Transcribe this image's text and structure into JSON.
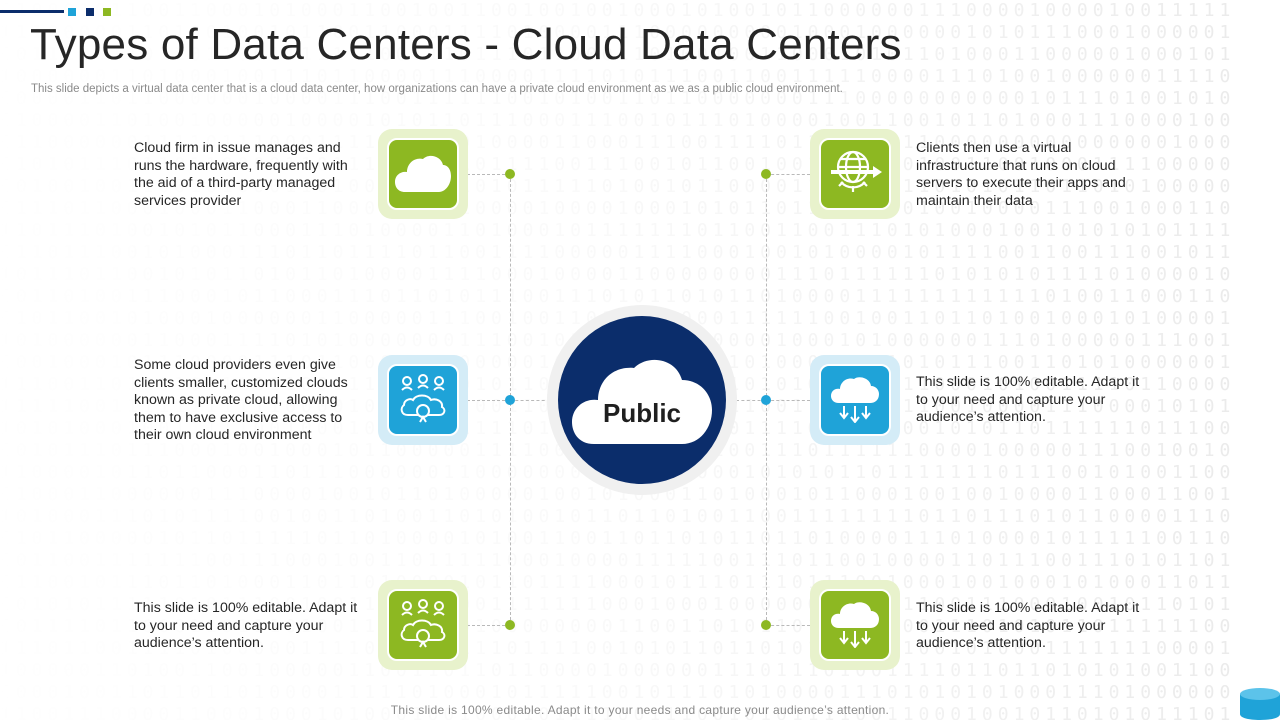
{
  "header": {
    "title": "Types of Data Centers - Cloud Data Centers",
    "subtitle": "This slide depicts a virtual data center that is a cloud data center, how organizations can have a private cloud environment as we as a public cloud environment."
  },
  "center": {
    "label": "Public"
  },
  "items": [
    {
      "text": "Cloud firm in issue manages and runs the hardware, frequently with the aid of a third-party managed services provider",
      "icon": "cloud-icon",
      "color": "#8db822"
    },
    {
      "text": "Some cloud providers even give clients smaller, customized clouds known as private cloud, allowing them to have exclusive access to their own cloud environment",
      "icon": "cloud-users-icon",
      "color": "#1fa3d8"
    },
    {
      "text": "This slide is 100% editable. Adapt it to your need and capture your audience’s attention.",
      "icon": "cloud-users-icon",
      "color": "#8db822"
    },
    {
      "text": "Clients then use a virtual infrastructure that runs on cloud servers to execute their apps and maintain their data",
      "icon": "globe-gear-icon",
      "color": "#8db822"
    },
    {
      "text": "This slide is 100% editable. Adapt it to your need and capture your audience’s attention.",
      "icon": "cloud-download-icon",
      "color": "#1fa3d8"
    },
    {
      "text": "This slide is 100% editable. Adapt it to your need and capture your audience’s attention.",
      "icon": "cloud-download-icon",
      "color": "#8db822"
    }
  ],
  "footer": {
    "text": "This slide is 100% editable. Adapt it to your needs and capture your audience’s attention."
  },
  "colors": {
    "navy": "#0b2d6b",
    "green": "#8db822",
    "blue": "#1fa3d8"
  }
}
